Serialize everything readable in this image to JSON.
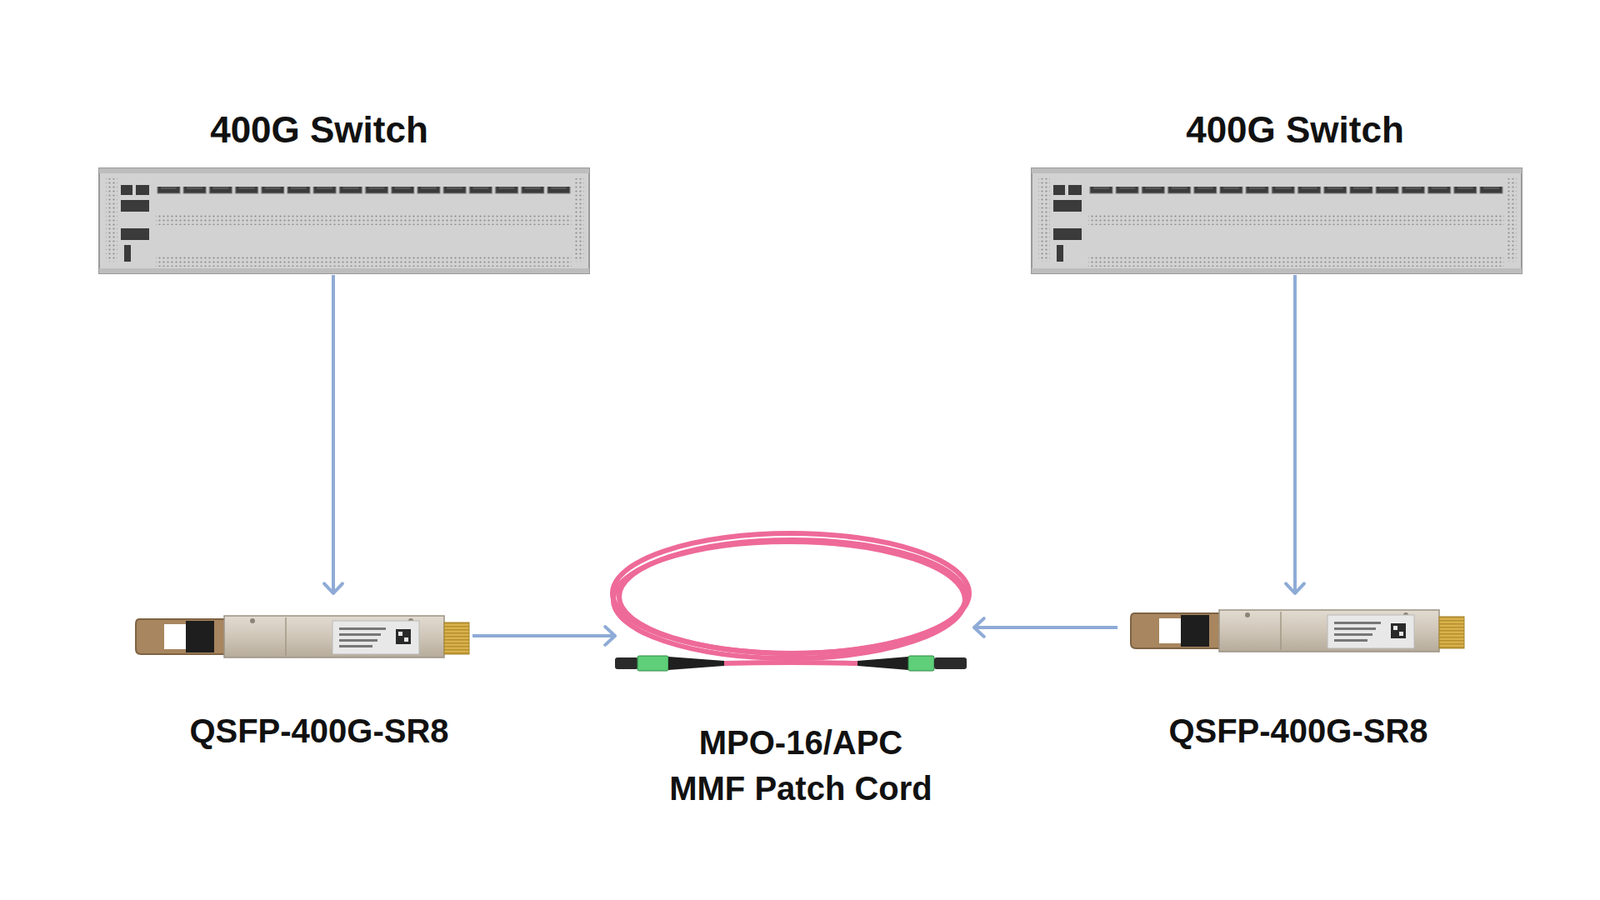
{
  "diagram": {
    "nodes": [
      {
        "text": [
          "400G Switch"
        ]
      },
      {
        "text": [
          "400G Switch"
        ]
      },
      {
        "text": [
          "QSFP-400G-SR8"
        ]
      },
      {
        "text": [
          "MPO-16/APC MMF Patch Cord"
        ]
      },
      {
        "text": [
          "QSFP-400G-SR8"
        ]
      }
    ],
    "edges": [
      {
        "from": 0,
        "to": 2,
        "arrow": "to"
      },
      {
        "from": 1,
        "to": 4,
        "arrow": "to"
      },
      {
        "from": 2,
        "to": 3,
        "arrow": "to"
      },
      {
        "from": 4,
        "to": 3,
        "arrow": "to"
      }
    ]
  }
}
